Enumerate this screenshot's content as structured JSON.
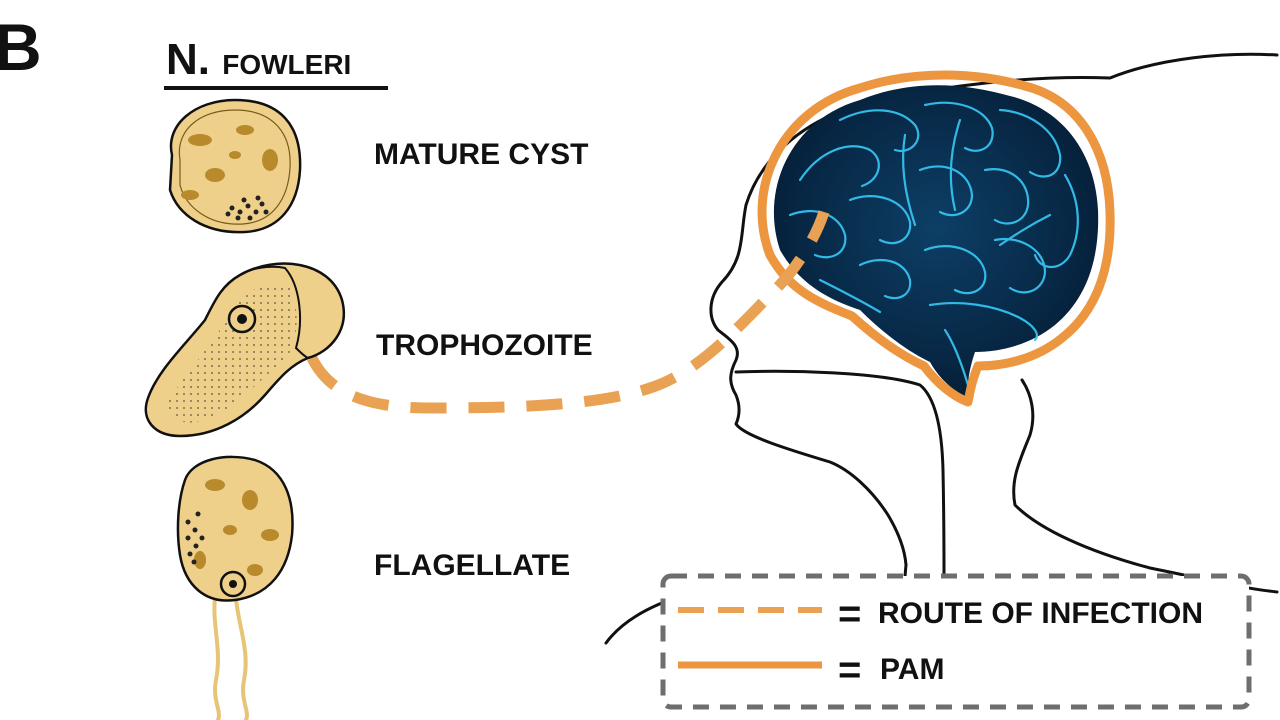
{
  "panel_letter": "B",
  "title": {
    "genus": "N.",
    "species": "FOWLERI"
  },
  "stages": [
    {
      "label": "MATURE CYST"
    },
    {
      "label": "TROPHOZOITE"
    },
    {
      "label": "FLAGELLATE"
    }
  ],
  "legend": {
    "items": [
      {
        "symbol": "=",
        "label": "ROUTE OF INFECTION",
        "line_style": "dashed"
      },
      {
        "symbol": "=",
        "label": "PAM",
        "line_style": "solid"
      }
    ]
  },
  "colors": {
    "route_orange": "#e9a254",
    "pam_orange": "#ec9640",
    "cell_fill": "#efd08a",
    "cell_dark": "#b88a2c",
    "brain_blue": "#1a9fd4",
    "brain_dark": "#06203a",
    "outline": "#111111"
  },
  "icons": [
    "mature-cyst-illustration",
    "trophozoite-illustration",
    "flagellate-illustration",
    "human-head-outline",
    "brain-illustration"
  ]
}
